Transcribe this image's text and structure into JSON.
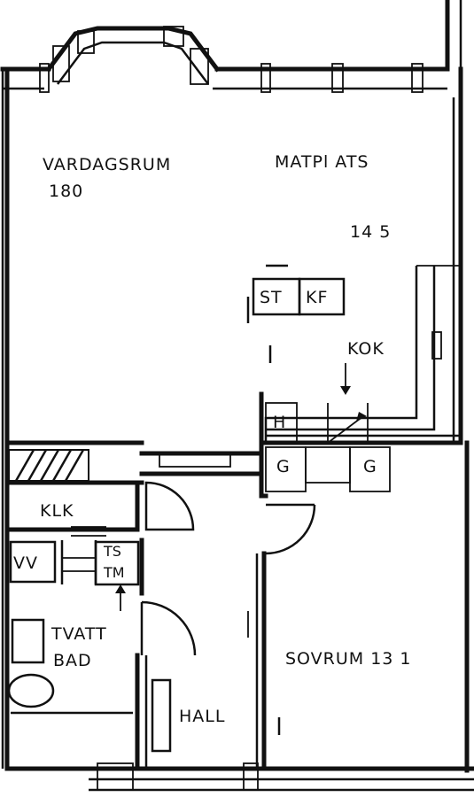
{
  "rooms": {
    "vardagsrum": {
      "name": "VARDAGSRUM",
      "area": "180"
    },
    "matplats": {
      "name": "MATPl ATS",
      "area": "14 5"
    },
    "kok": {
      "name": "KOK"
    },
    "klk": {
      "name": "KLK"
    },
    "tvatt_bad": {
      "line1": "TVATT",
      "line2": "BAD"
    },
    "hall": {
      "name": "HALL"
    },
    "sovrum": {
      "name": "SOVRUM 13 1"
    }
  },
  "fixtures": {
    "st": "ST",
    "kf": "KF",
    "h": "H",
    "g1": "G",
    "g2": "G",
    "vv": "VV",
    "ts": "TS",
    "tm": "TM"
  }
}
